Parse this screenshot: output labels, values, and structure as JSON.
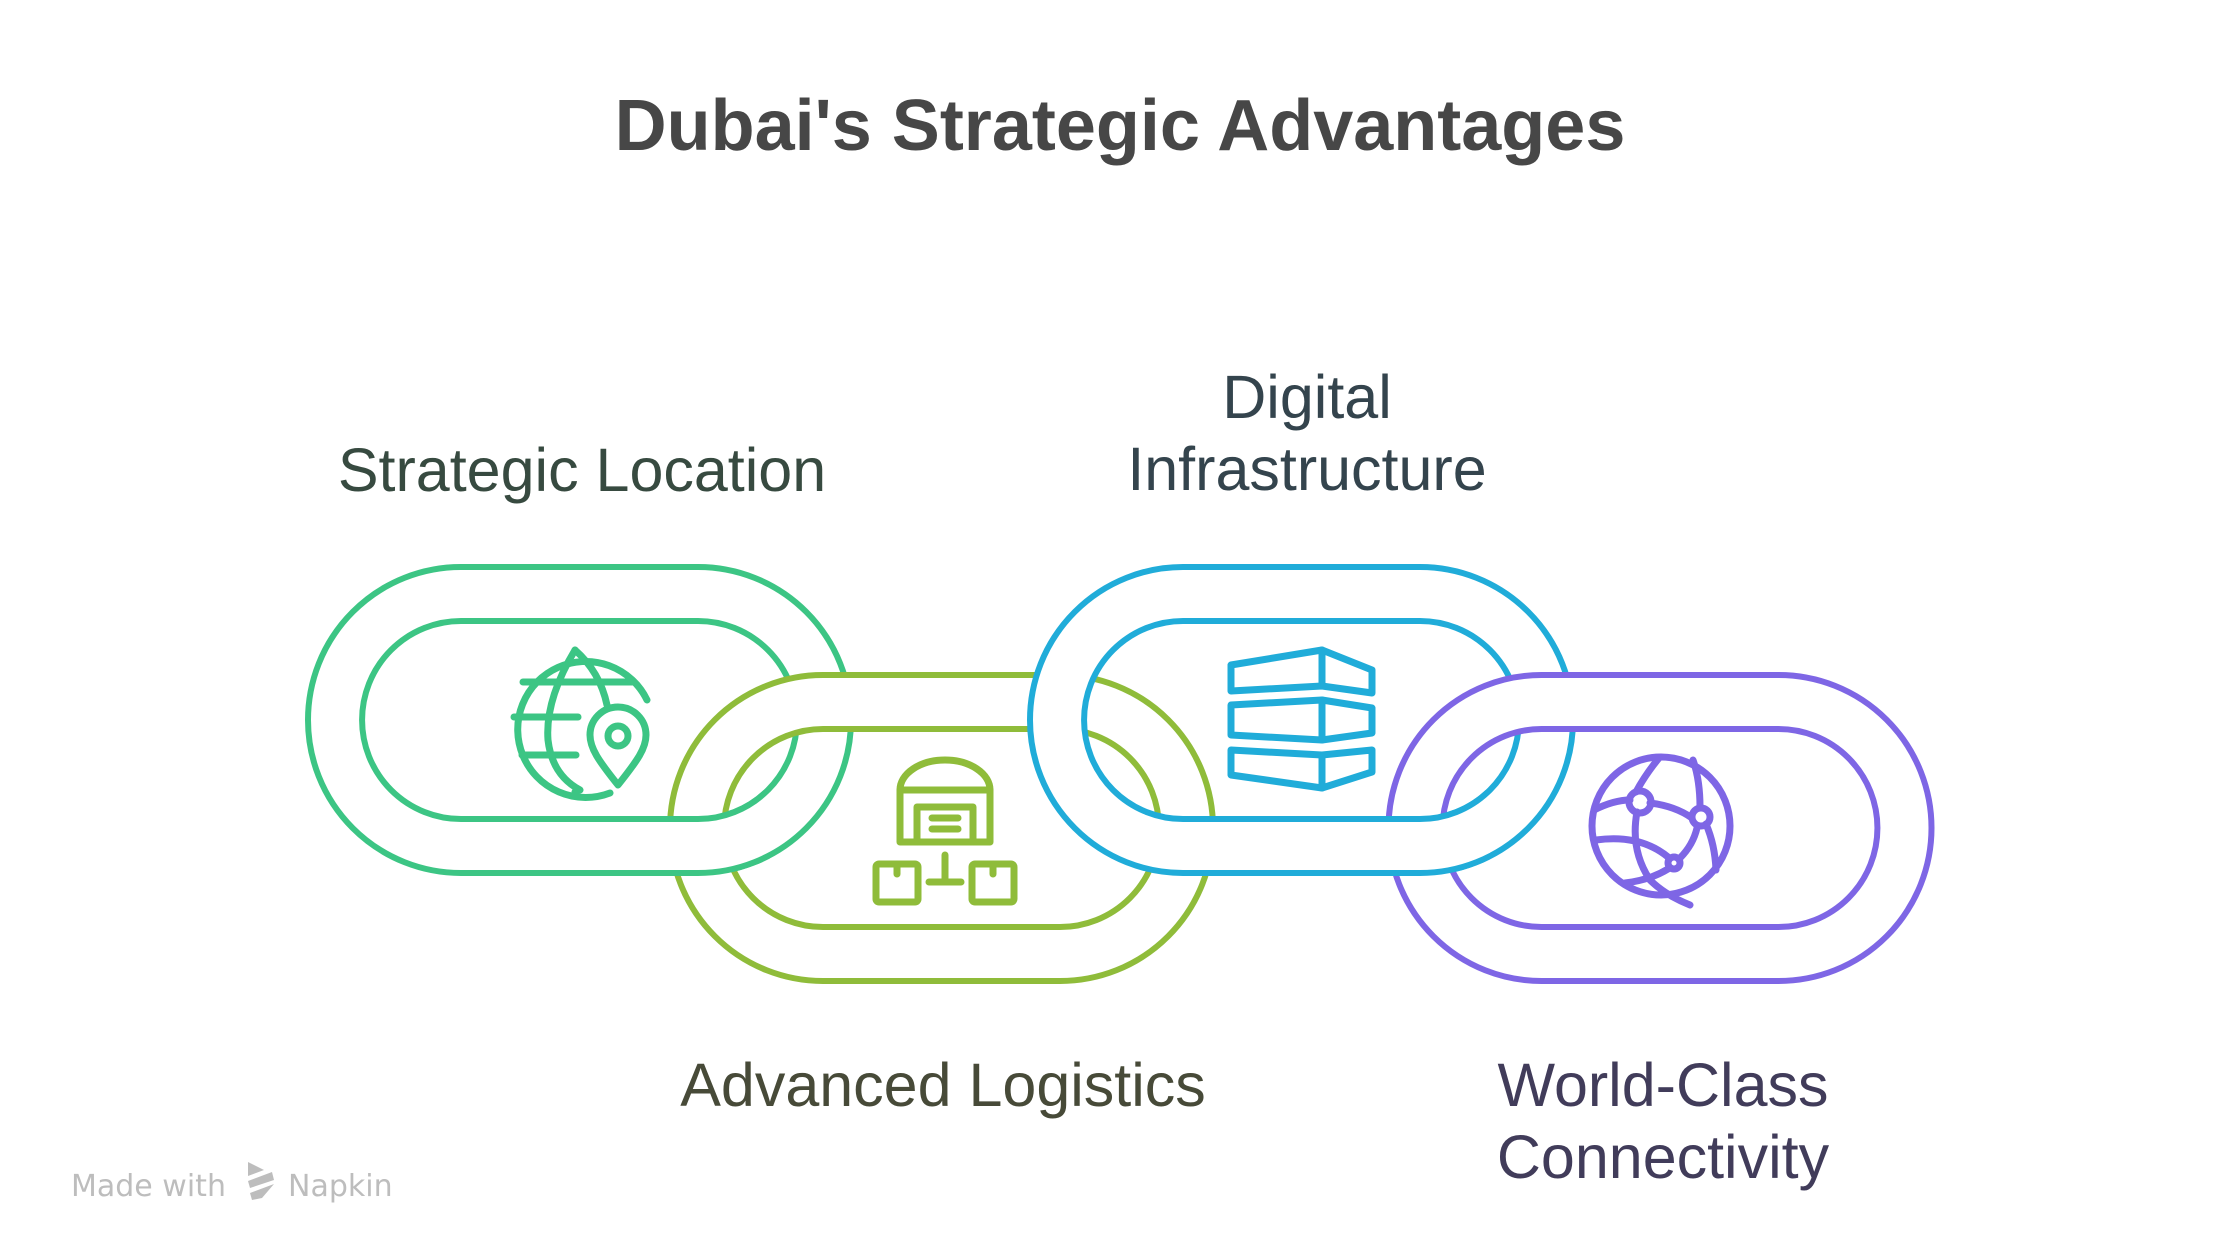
{
  "title": "Dubai's Strategic Advantages",
  "items": [
    {
      "id": "strategic-location",
      "label_lines": [
        "Strategic Location"
      ],
      "icon": "globe-location-pin-icon",
      "color": "#3cc584",
      "label_color": "#374a40",
      "label_position": "top"
    },
    {
      "id": "advanced-logistics",
      "label_lines": [
        "Advanced Logistics"
      ],
      "icon": "warehouse-distribution-icon",
      "color": "#8fbc3a",
      "label_color": "#474a38",
      "label_position": "bottom"
    },
    {
      "id": "digital-infrastructure",
      "label_lines": [
        "Digital",
        "Infrastructure"
      ],
      "icon": "server-stack-icon",
      "color": "#20acd9",
      "label_color": "#34444d",
      "label_position": "top"
    },
    {
      "id": "world-class-connectivity",
      "label_lines": [
        "World-Class",
        "Connectivity"
      ],
      "icon": "network-globe-icon",
      "color": "#7e66e5",
      "label_color": "#413c5a",
      "label_position": "bottom"
    }
  ],
  "footer": {
    "made_with": "Made with",
    "brand": "Napkin",
    "color": "#bdbdbd"
  }
}
